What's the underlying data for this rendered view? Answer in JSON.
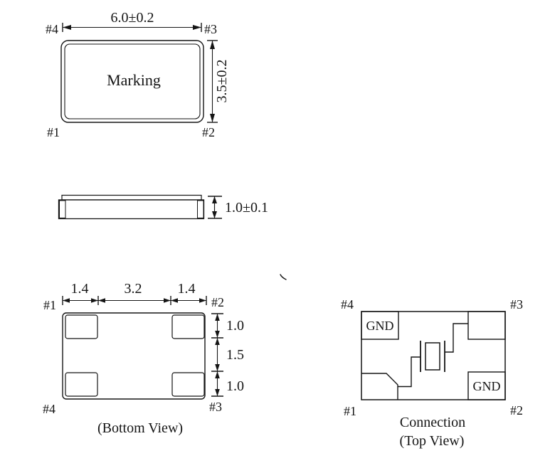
{
  "colors": {
    "ink": "#151515",
    "background": "#ffffff"
  },
  "top_view": {
    "pin_top_left": "#4",
    "pin_top_right": "#3",
    "pin_bottom_left": "#1",
    "pin_bottom_right": "#2",
    "width_dim": "6.0±0.2",
    "height_dim": "3.5±0.2",
    "marking": "Marking"
  },
  "side_view": {
    "height_dim": "1.0±0.1"
  },
  "bottom_view": {
    "pin_top_left": "#1",
    "pin_top_right": "#2",
    "pin_bottom_left": "#4",
    "pin_bottom_right": "#3",
    "dim_left": "1.4",
    "dim_mid": "3.2",
    "dim_right": "1.4",
    "dim_r_top": "1.0",
    "dim_r_mid": "1.5",
    "dim_r_bottom": "1.0",
    "caption": "(Bottom View)"
  },
  "connection": {
    "pin_top_left": "#4",
    "pin_top_right": "#3",
    "pin_bottom_left": "#1",
    "pin_bottom_right": "#2",
    "gnd_top": "GND",
    "gnd_bottom": "GND",
    "caption_line1": "Connection",
    "caption_line2": "(Top View)"
  }
}
